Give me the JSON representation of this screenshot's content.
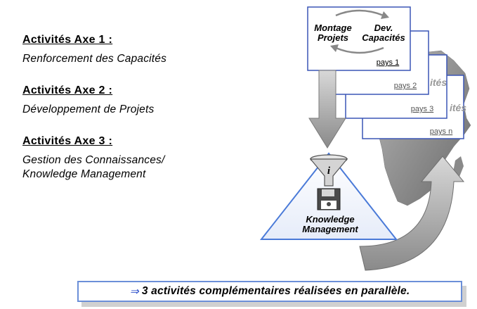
{
  "axes": [
    {
      "title": "Activités Axe 1 :",
      "description": [
        "Renforcement des Capacités"
      ]
    },
    {
      "title": "Activités Axe 2 :",
      "description": [
        "Développement de Projets"
      ]
    },
    {
      "title": "Activités Axe 3 :",
      "description": [
        "Gestion des Connaissances/",
        "Knowledge Management"
      ]
    }
  ],
  "diagram": {
    "card_front": {
      "left_label": [
        "Montage",
        "Projets"
      ],
      "right_label": [
        "Dev.",
        "Capacités"
      ]
    },
    "cards": [
      "pays 1",
      "pays 2",
      "pays 3",
      "pays n"
    ],
    "peek_text": "ités",
    "km_label": [
      "Knowledge",
      "Management"
    ],
    "info_symbol": "i"
  },
  "banner": {
    "arrow": "⇒",
    "text": "3 activités complémentaires réalisées en parallèle."
  },
  "colors": {
    "accent": "#6b8fd8",
    "arrow_gray": "#a8a8a8",
    "card_border": "#3a55b5",
    "map_gray": "#888888"
  }
}
